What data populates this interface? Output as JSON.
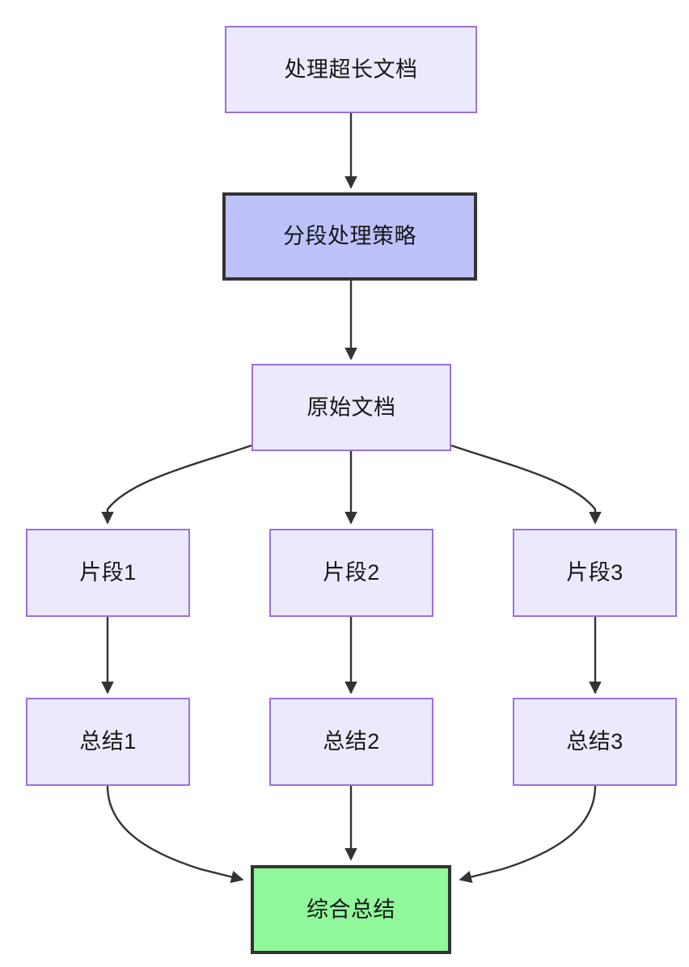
{
  "diagram": {
    "type": "flowchart",
    "direction": "top-to-bottom",
    "background_color": "#ffffff",
    "edge_color": "#333333",
    "styles": {
      "plain_fill": "#ece9fc",
      "plain_border": "#9a6fe0",
      "emphasis_fill": "#bdc2fb",
      "emphasis_border": "#333333",
      "success_fill": "#90f79b",
      "success_border": "#333333"
    },
    "nodes": [
      {
        "id": "doc_long",
        "label": "处理超长文档",
        "style": "plain"
      },
      {
        "id": "strategy",
        "label": "分段处理策略",
        "style": "emphasis"
      },
      {
        "id": "source_doc",
        "label": "原始文档",
        "style": "plain"
      },
      {
        "id": "chunk1",
        "label": "片段1",
        "style": "plain"
      },
      {
        "id": "chunk2",
        "label": "片段2",
        "style": "plain"
      },
      {
        "id": "chunk3",
        "label": "片段3",
        "style": "plain"
      },
      {
        "id": "summary1",
        "label": "总结1",
        "style": "plain"
      },
      {
        "id": "summary2",
        "label": "总结2",
        "style": "plain"
      },
      {
        "id": "summary3",
        "label": "总结3",
        "style": "plain"
      },
      {
        "id": "final",
        "label": "综合总结",
        "style": "success"
      }
    ],
    "edges": [
      {
        "from": "doc_long",
        "to": "strategy",
        "shape": "straight"
      },
      {
        "from": "strategy",
        "to": "source_doc",
        "shape": "straight"
      },
      {
        "from": "source_doc",
        "to": "chunk1",
        "shape": "curved"
      },
      {
        "from": "source_doc",
        "to": "chunk2",
        "shape": "straight"
      },
      {
        "from": "source_doc",
        "to": "chunk3",
        "shape": "curved"
      },
      {
        "from": "chunk1",
        "to": "summary1",
        "shape": "straight"
      },
      {
        "from": "chunk2",
        "to": "summary2",
        "shape": "straight"
      },
      {
        "from": "chunk3",
        "to": "summary3",
        "shape": "straight"
      },
      {
        "from": "summary1",
        "to": "final",
        "shape": "curved"
      },
      {
        "from": "summary2",
        "to": "final",
        "shape": "straight"
      },
      {
        "from": "summary3",
        "to": "final",
        "shape": "curved"
      }
    ]
  }
}
